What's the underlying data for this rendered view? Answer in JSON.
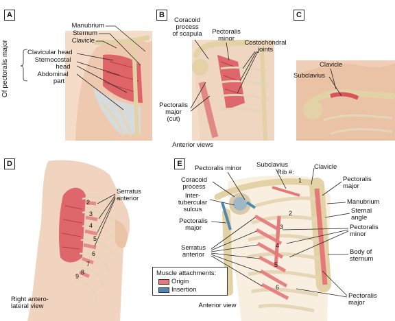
{
  "colors": {
    "origin": "#e57878",
    "insertion": "#4f88b2",
    "skin": "#f2d3bc",
    "bone": "#ede0c2"
  },
  "side_label": "Of pectoralis major",
  "panels": {
    "a": {
      "tag": "A",
      "manubrium": "Manubrium",
      "sternum": "Sternum",
      "clavicle": "Clavicle",
      "clavicular_head": "Clavicular head",
      "sternocostal_1": "Sternocostal",
      "sternocostal_2": "head",
      "abdominal_1": "Abdominal",
      "abdominal_2": "part"
    },
    "b": {
      "tag": "B",
      "coracoid_1": "Coracoid",
      "coracoid_2": "process",
      "coracoid_3": "of scapula",
      "pminor_1": "Pectoralis",
      "pminor_2": "minor",
      "costo_1": "Costochondral",
      "costo_2": "joints",
      "pmajor_1": "Pectoralis",
      "pmajor_2": "major",
      "pmajor_3": "(cut)"
    },
    "c": {
      "tag": "C",
      "clavicle": "Clavicle",
      "subclavius": "Subclavius"
    },
    "d": {
      "tag": "D",
      "serratus_1": "Serratus",
      "serratus_2": "anterior",
      "view_1": "Right antero-",
      "view_2": "lateral view",
      "ribs": [
        "2",
        "3",
        "4",
        "5",
        "6",
        "7",
        "8",
        "9"
      ]
    },
    "e": {
      "tag": "E",
      "pminor_top": "Pectoralis minor",
      "subclavius": "Subclavius",
      "rib_no": "Rib #:",
      "clavicle": "Clavicle",
      "coracoid_1": "Coracoid",
      "coracoid_2": "process",
      "inter_1": "Inter-",
      "inter_2": "tubercular",
      "inter_3": "sulcus",
      "pmajor_left_1": "Pectoralis",
      "pmajor_left_2": "major",
      "serratus_1": "Serratus",
      "serratus_2": "anterior",
      "pmajor_top_1": "Pectoralis",
      "pmajor_top_2": "major",
      "manubrium": "Manubrium",
      "sternal_1": "Sternal",
      "sternal_2": "angle",
      "pminor_right_1": "Pectoralis",
      "pminor_right_2": "minor",
      "body_1": "Body of",
      "body_2": "sternum",
      "pmajor_bottom_1": "Pectoralis",
      "pmajor_bottom_2": "major",
      "ribs": [
        "1",
        "2",
        "3",
        "4",
        "5",
        "6"
      ]
    }
  },
  "views": {
    "anterior_views": "Anterior views",
    "anterior_view": "Anterior view"
  },
  "legend": {
    "title": "Muscle attachments:",
    "origin": "Origin",
    "insertion": "Insertion"
  }
}
